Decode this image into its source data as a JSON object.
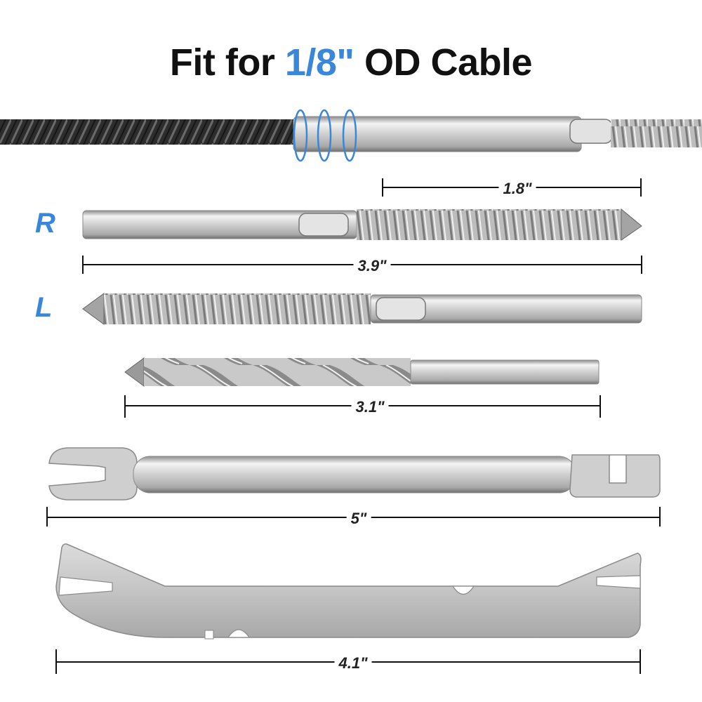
{
  "title": {
    "prefix": "Fit for ",
    "accent": "1/8\"",
    "suffix": " OD Cable"
  },
  "labels": {
    "right": "R",
    "left": "L"
  },
  "dimensions": {
    "thread": "1.8\"",
    "terminal": "3.9\"",
    "drill": "3.1\"",
    "wrench": "5\"",
    "bent_wrench": "4.1\""
  },
  "colors": {
    "accent": "#3a86d8",
    "text": "#111111",
    "metal_light": "#f2f2f2",
    "metal_dark": "#8e8e8e"
  }
}
